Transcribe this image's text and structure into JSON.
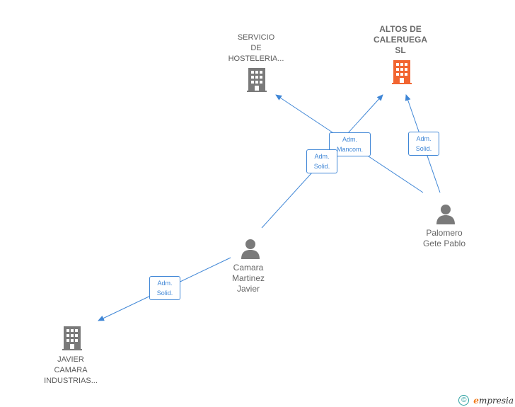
{
  "nodes": {
    "servicio": {
      "label": "SERVICIO\nDE\nHOSTELERIA...",
      "kind": "company",
      "color": "#7a7a7a"
    },
    "altos": {
      "label": "ALTOS DE\nCALERUEGA\nSL",
      "kind": "company-main",
      "color": "#f26531"
    },
    "javier_camara": {
      "label": "JAVIER\nCAMARA\nINDUSTRIAS...",
      "kind": "company",
      "color": "#7a7a7a"
    },
    "camara_person": {
      "label": "Camara\nMartinez\nJavier",
      "kind": "person",
      "color": "#7a7a7a"
    },
    "palomero": {
      "label": "Palomero\nGete Pablo",
      "kind": "person",
      "color": "#7a7a7a"
    }
  },
  "badges": {
    "adm_mancom": {
      "line1": "Adm.",
      "line2": "Mancom."
    },
    "adm_solid_camara_altos": {
      "line1": "Adm.",
      "line2": "Solid."
    },
    "adm_solid_palomero": {
      "line1": "Adm.",
      "line2": "Solid."
    },
    "adm_solid_javier": {
      "line1": "Adm.",
      "line2": "Solid."
    }
  },
  "colors": {
    "edge": "#3f86d6"
  },
  "footer": {
    "copyright": "©",
    "brand_first": "e",
    "brand_rest": "mpresia"
  }
}
